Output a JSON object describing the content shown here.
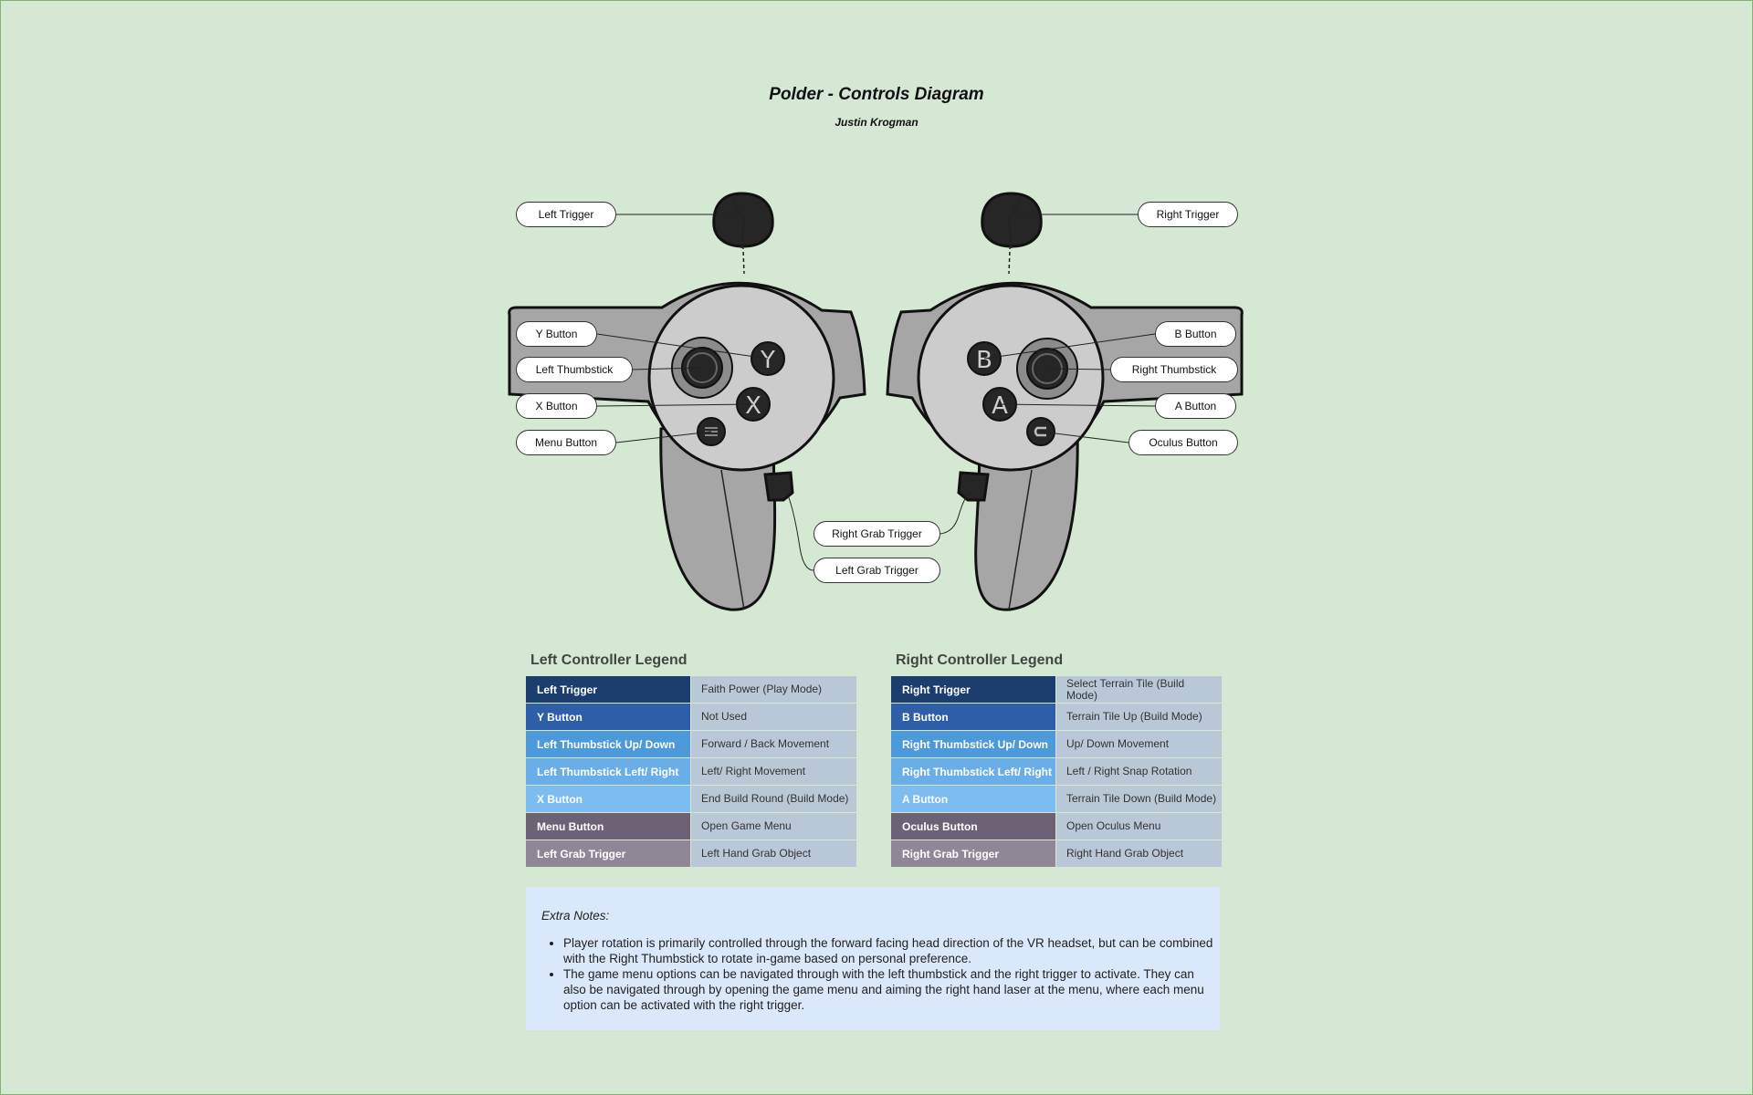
{
  "title": "Polder - Controls Diagram",
  "subtitle": "Justin Krogman",
  "labels": {
    "left_trigger": "Left Trigger",
    "right_trigger": "Right Trigger",
    "y_button": "Y Button",
    "left_thumbstick": "Left Thumbstick",
    "x_button": "X Button",
    "menu_button": "Menu Button",
    "b_button": "B Button",
    "right_thumbstick": "Right Thumbstick",
    "a_button": "A Button",
    "oculus_button": "Oculus Button",
    "right_grab_trigger": "Right Grab Trigger",
    "left_grab_trigger": "Left Grab Trigger"
  },
  "button_glyphs": {
    "y": "Y",
    "x": "X",
    "b": "B",
    "a": "A"
  },
  "left_legend": {
    "title": "Left Controller Legend",
    "rows": [
      {
        "key": "Left Trigger",
        "value": "Faith Power (Play Mode)",
        "color": "#1e3d6f"
      },
      {
        "key": "Y Button",
        "value": "Not Used",
        "color": "#2f5ea9"
      },
      {
        "key": "Left Thumbstick Up/ Down",
        "value": "Forward / Back Movement",
        "color": "#4c9ad9"
      },
      {
        "key": "Left Thumbstick Left/ Right",
        "value": "Left/ Right Movement",
        "color": "#6aaee8"
      },
      {
        "key": "X Button",
        "value": "End Build Round (Build Mode)",
        "color": "#7cbcf0"
      },
      {
        "key": "Menu Button",
        "value": "Open Game Menu",
        "color": "#6d6275"
      },
      {
        "key": "Left Grab Trigger",
        "value": "Left Hand Grab Object",
        "color": "#8f8696"
      }
    ]
  },
  "right_legend": {
    "title": "Right Controller Legend",
    "rows": [
      {
        "key": "Right Trigger",
        "value": "Select Terrain Tile (Build Mode)",
        "color": "#1e3d6f"
      },
      {
        "key": "B Button",
        "value": "Terrain Tile Up (Build Mode)",
        "color": "#2f5ea9"
      },
      {
        "key": "Right Thumbstick Up/ Down",
        "value": "Up/ Down Movement",
        "color": "#4c9ad9"
      },
      {
        "key": "Right Thumbstick Left/ Right",
        "value": "Left / Right Snap Rotation",
        "color": "#6aaee8"
      },
      {
        "key": "A Button",
        "value": "Terrain Tile Down (Build Mode)",
        "color": "#7cbcf0"
      },
      {
        "key": "Oculus Button",
        "value": "Open Oculus Menu",
        "color": "#6d6275"
      },
      {
        "key": "Right Grab Trigger",
        "value": "Right Hand Grab Object",
        "color": "#8f8696"
      }
    ]
  },
  "notes": {
    "title": "Extra Notes:",
    "items": [
      "Player rotation is primarily controlled through the forward facing head direction of the VR headset, but can be combined with the Right Thumbstick to rotate in-game based on personal preference.",
      "The game menu options can be navigated through with the left thumbstick and the right trigger to activate. They can also be navigated through by opening the game menu and aiming the right hand laser at the menu, where each menu option can be activated with the right trigger."
    ]
  },
  "colors": {
    "background": "#d5e8d4",
    "controller_body": "#a6a6a6",
    "controller_face": "#cccccc",
    "button": "#262626"
  }
}
